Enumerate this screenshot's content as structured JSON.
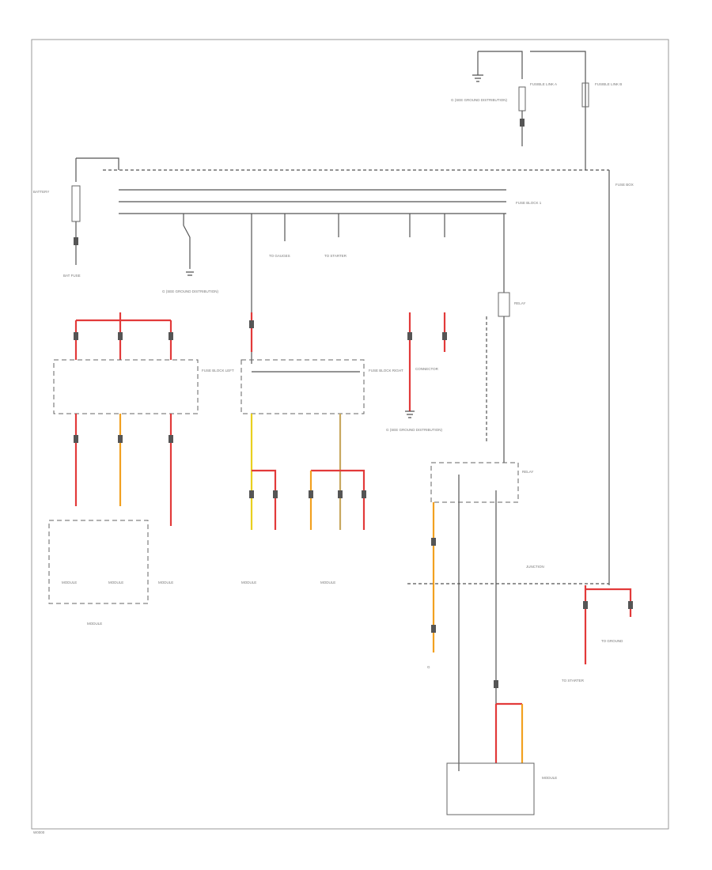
{
  "diagram": {
    "frame_code": "W0000",
    "battery_label": "BATTERY",
    "labels": {
      "top_ground": "G (SEE GROUND DISTRIBUTION)",
      "fusible_link_a": "FUSIBLE LINK A",
      "fusible_link_b": "FUSIBLE LINK B",
      "battery_fuse": "BAT FUSE",
      "fuse_block_1": "FUSE BLOCK 1",
      "fuse_block_right": "FUSE BLOCK RIGHT",
      "fuse_block_left": "FUSE BLOCK LEFT",
      "relay_top": "RELAY",
      "ground_left": "G (SEE GROUND DISTRIBUTION)",
      "to_gauges": "TO GAUGES",
      "to_starter": "TO STARTER",
      "connector_mid": "CONNECTOR",
      "ground_mid": "G (SEE GROUND DISTRIBUTION)",
      "relay_mid": "RELAY",
      "module_left_1": "MODULE",
      "module_left_2": "MODULE",
      "module_left_3": "MODULE",
      "module_left_bottom": "MODULE",
      "module_mid_1": "MODULE",
      "module_mid_2": "MODULE",
      "left_ground": "G",
      "junction": "JUNCTION",
      "right_fuse_box": "FUSE BOX",
      "to_ground_right": "TO GROUND",
      "to_starter_right": "TO STARTER",
      "bottom_module": "MODULE"
    }
  }
}
